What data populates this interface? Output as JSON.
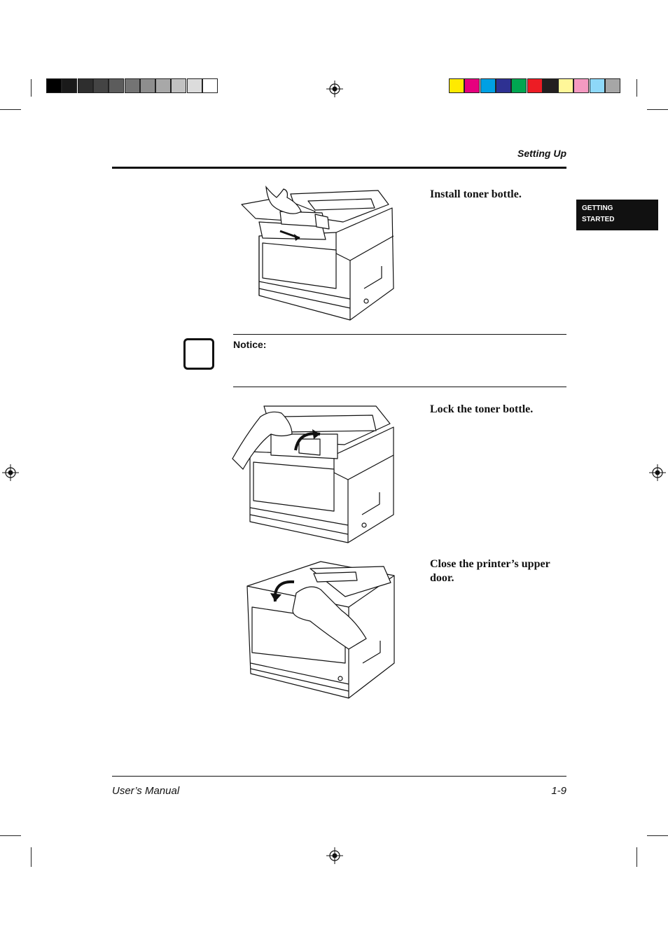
{
  "header": {
    "title": "Setting Up"
  },
  "side_tab": {
    "line1": "GETTING",
    "line2": "STARTED"
  },
  "steps": [
    {
      "text": "Install toner bottle."
    },
    {
      "text": "Lock the toner bottle."
    },
    {
      "text": "Close the printer’s upper door."
    }
  ],
  "notice": {
    "label": "Notice:"
  },
  "footer": {
    "left": "User’s Manual",
    "right": "1-9"
  },
  "colors": {
    "grayscale_bar": [
      "#000000",
      "#1a1a1a",
      "#2e2e2e",
      "#444444",
      "#5c5c5c",
      "#747474",
      "#8e8e8e",
      "#a8a8a8",
      "#c2c2c2",
      "#dcdcdc",
      "#ffffff"
    ],
    "color_bar": [
      "#ffea00",
      "#e6007e",
      "#00a0e3",
      "#2e3192",
      "#00a651",
      "#ed1c24",
      "#231f20",
      "#fff799",
      "#f49ac1",
      "#8ed8f8",
      "#a6a6a6"
    ]
  }
}
